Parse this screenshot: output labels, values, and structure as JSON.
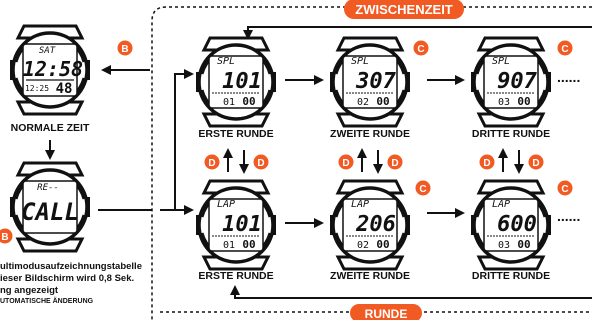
{
  "banner_top": "ZWISCHENZEIT",
  "banner_bottom": "RUNDE",
  "button_b": "B",
  "button_c": "C",
  "button_d": "D",
  "normal_watch": {
    "top": "SAT",
    "main": "12:58",
    "bottom_left": "12:25",
    "bottom_right": "48",
    "label": "NORMALE ZEIT"
  },
  "recall_watch": {
    "top": "RE--",
    "main": "CALL"
  },
  "split_watches": [
    {
      "top": "SPL",
      "main": "101",
      "sub": "01",
      "sub_right": "00",
      "label": "ERSTE RUNDE"
    },
    {
      "top": "SPL",
      "main": "307",
      "sub": "02",
      "sub_right": "00",
      "label": "ZWEITE RUNDE"
    },
    {
      "top": "SPL",
      "main": "907",
      "sub": "03",
      "sub_right": "00",
      "label": "DRITTE RUNDE"
    }
  ],
  "lap_watches": [
    {
      "top": "LAP",
      "main": "101",
      "sub": "01",
      "sub_right": "00",
      "label": "ERSTE RUNDE"
    },
    {
      "top": "LAP",
      "main": "206",
      "sub": "02",
      "sub_right": "00",
      "label": "ZWEITE RUNDE"
    },
    {
      "top": "LAP",
      "main": "600",
      "sub": "03",
      "sub_right": "00",
      "label": "DRITTE RUNDE"
    }
  ],
  "ellipsis": "......",
  "notes": [
    "ultimodusaufzeichnungstabelle",
    "ieser Bildschirm wird 0,8 Sek.",
    "ng angezeigt",
    "UTOMATISCHE ÄNDERUNG"
  ],
  "colors": {
    "accent": "#f15a22",
    "ink": "#111111"
  }
}
